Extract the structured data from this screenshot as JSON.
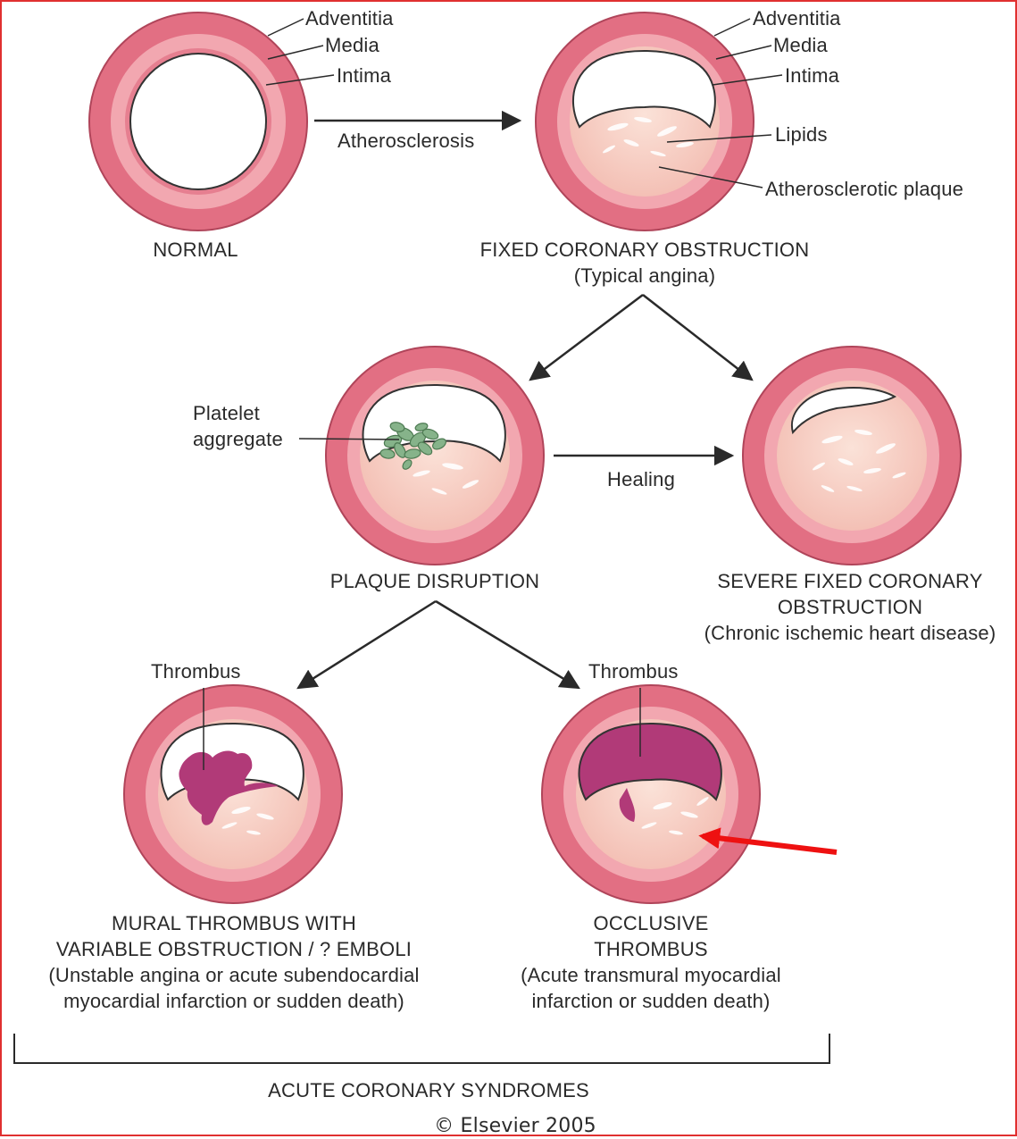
{
  "vessel_labels": {
    "adventitia": "Adventitia",
    "media": "Media",
    "intima": "Intima",
    "lipids": "Lipids",
    "plaque": "Atherosclerotic plaque"
  },
  "arrows": {
    "atherosclerosis": "Atherosclerosis",
    "healing": "Healing"
  },
  "captions": {
    "normal": "NORMAL",
    "fixed_title": "FIXED CORONARY OBSTRUCTION",
    "fixed_sub": "(Typical angina)",
    "plaque_disruption": "PLAQUE DISRUPTION",
    "platelet_1": "Platelet",
    "platelet_2": "aggregate",
    "severe_1": "SEVERE FIXED CORONARY",
    "severe_2": "OBSTRUCTION",
    "severe_3": "(Chronic ischemic heart disease)",
    "thrombus": "Thrombus",
    "mural_1": "MURAL THROMBUS WITH",
    "mural_2": "VARIABLE OBSTRUCTION / ? EMBOLI",
    "mural_3": "(Unstable angina or acute subendocardial",
    "mural_4": "myocardial infarction or sudden death)",
    "occlusive_1": "OCCLUSIVE",
    "occlusive_2": "THROMBUS",
    "occlusive_3": "(Acute transmural myocardial",
    "occlusive_4": "infarction or sudden death)",
    "acs": "ACUTE CORONARY SYNDROMES",
    "copyright": "© Elsevier 2005"
  },
  "colors": {
    "adventitia": "#e26f83",
    "media": "#f2a7b0",
    "intima": "#e67f90",
    "plaque": "#f6c8bd",
    "platelet": "#86b38a",
    "thrombus": "#b13a78",
    "annotation_arrow": "#ee1111"
  }
}
